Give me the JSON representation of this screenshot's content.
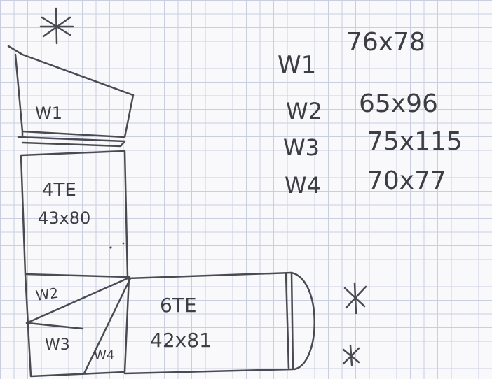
{
  "sketch": {
    "marks": {
      "star": "*"
    },
    "windows_list": [
      {
        "label": "W1",
        "size": "76x78"
      },
      {
        "label": "W2",
        "size": "65x96"
      },
      {
        "label": "W3",
        "size": "75x115"
      },
      {
        "label": "W4",
        "size": "70x77"
      }
    ],
    "plan": {
      "w1_label": "W1",
      "top_room": {
        "name": "4TE",
        "size": "43x80"
      },
      "w2_label": "W2",
      "w3_label": "W3",
      "w4_label": "W4",
      "right_room": {
        "name": "6TE",
        "size": "42x81"
      }
    }
  }
}
